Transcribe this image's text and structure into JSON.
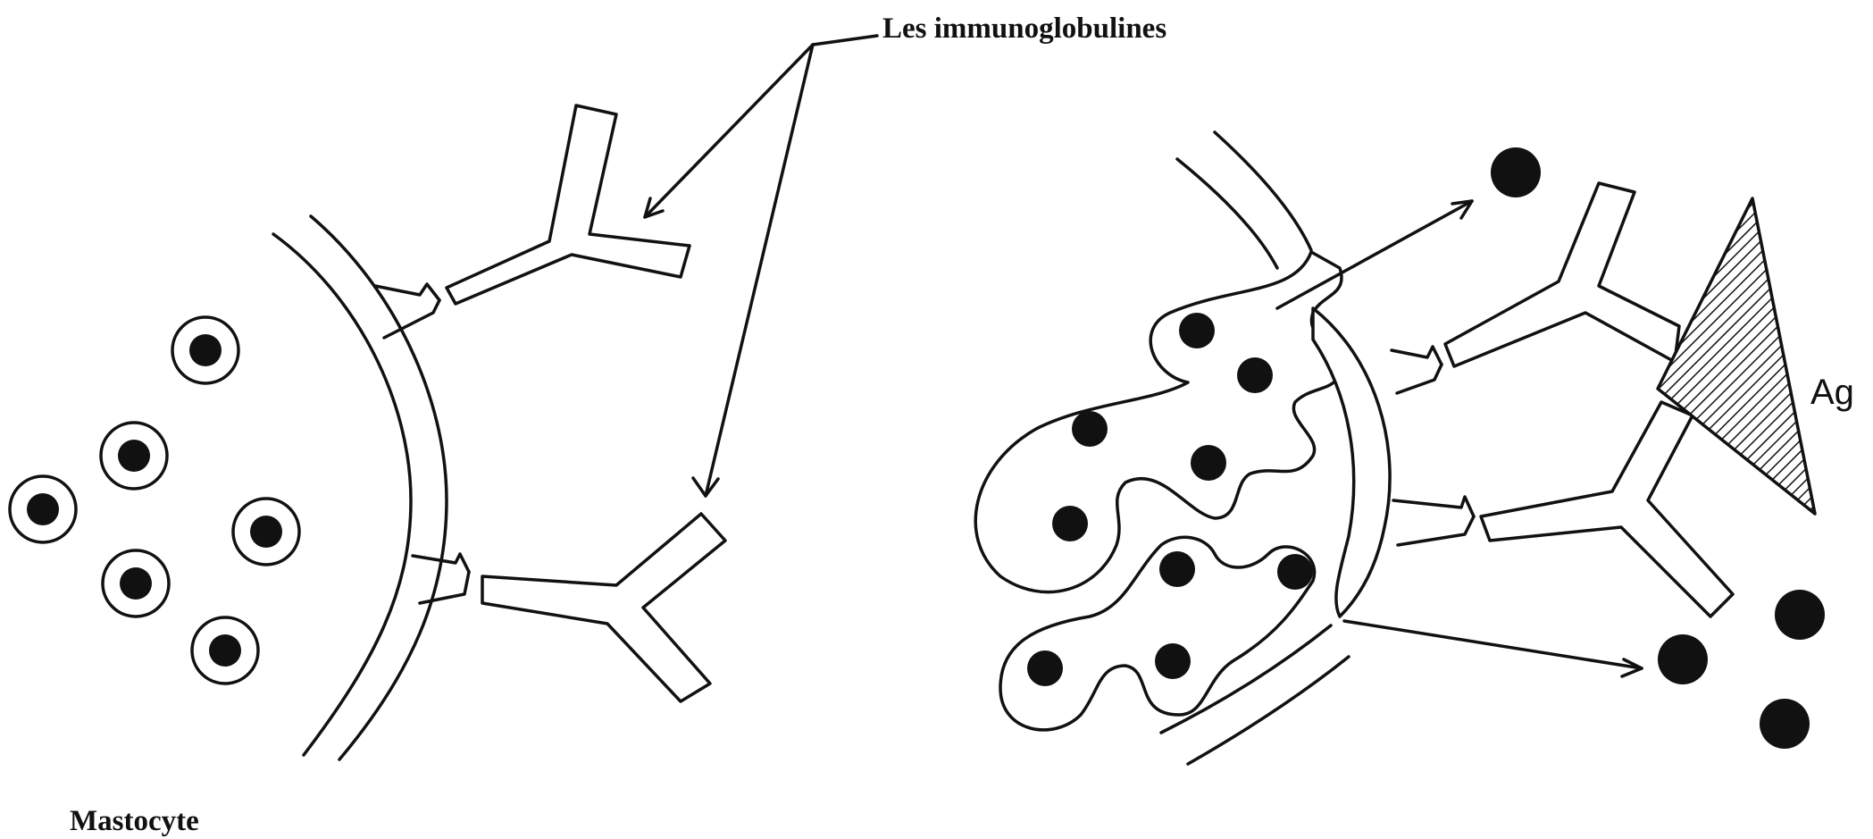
{
  "labels": {
    "immunoglobulines": "Les immunoglobulines",
    "antigen": "Ag",
    "cell": "Mastocyte"
  },
  "colors": {
    "ink": "#111111",
    "background": "#ffffff"
  }
}
